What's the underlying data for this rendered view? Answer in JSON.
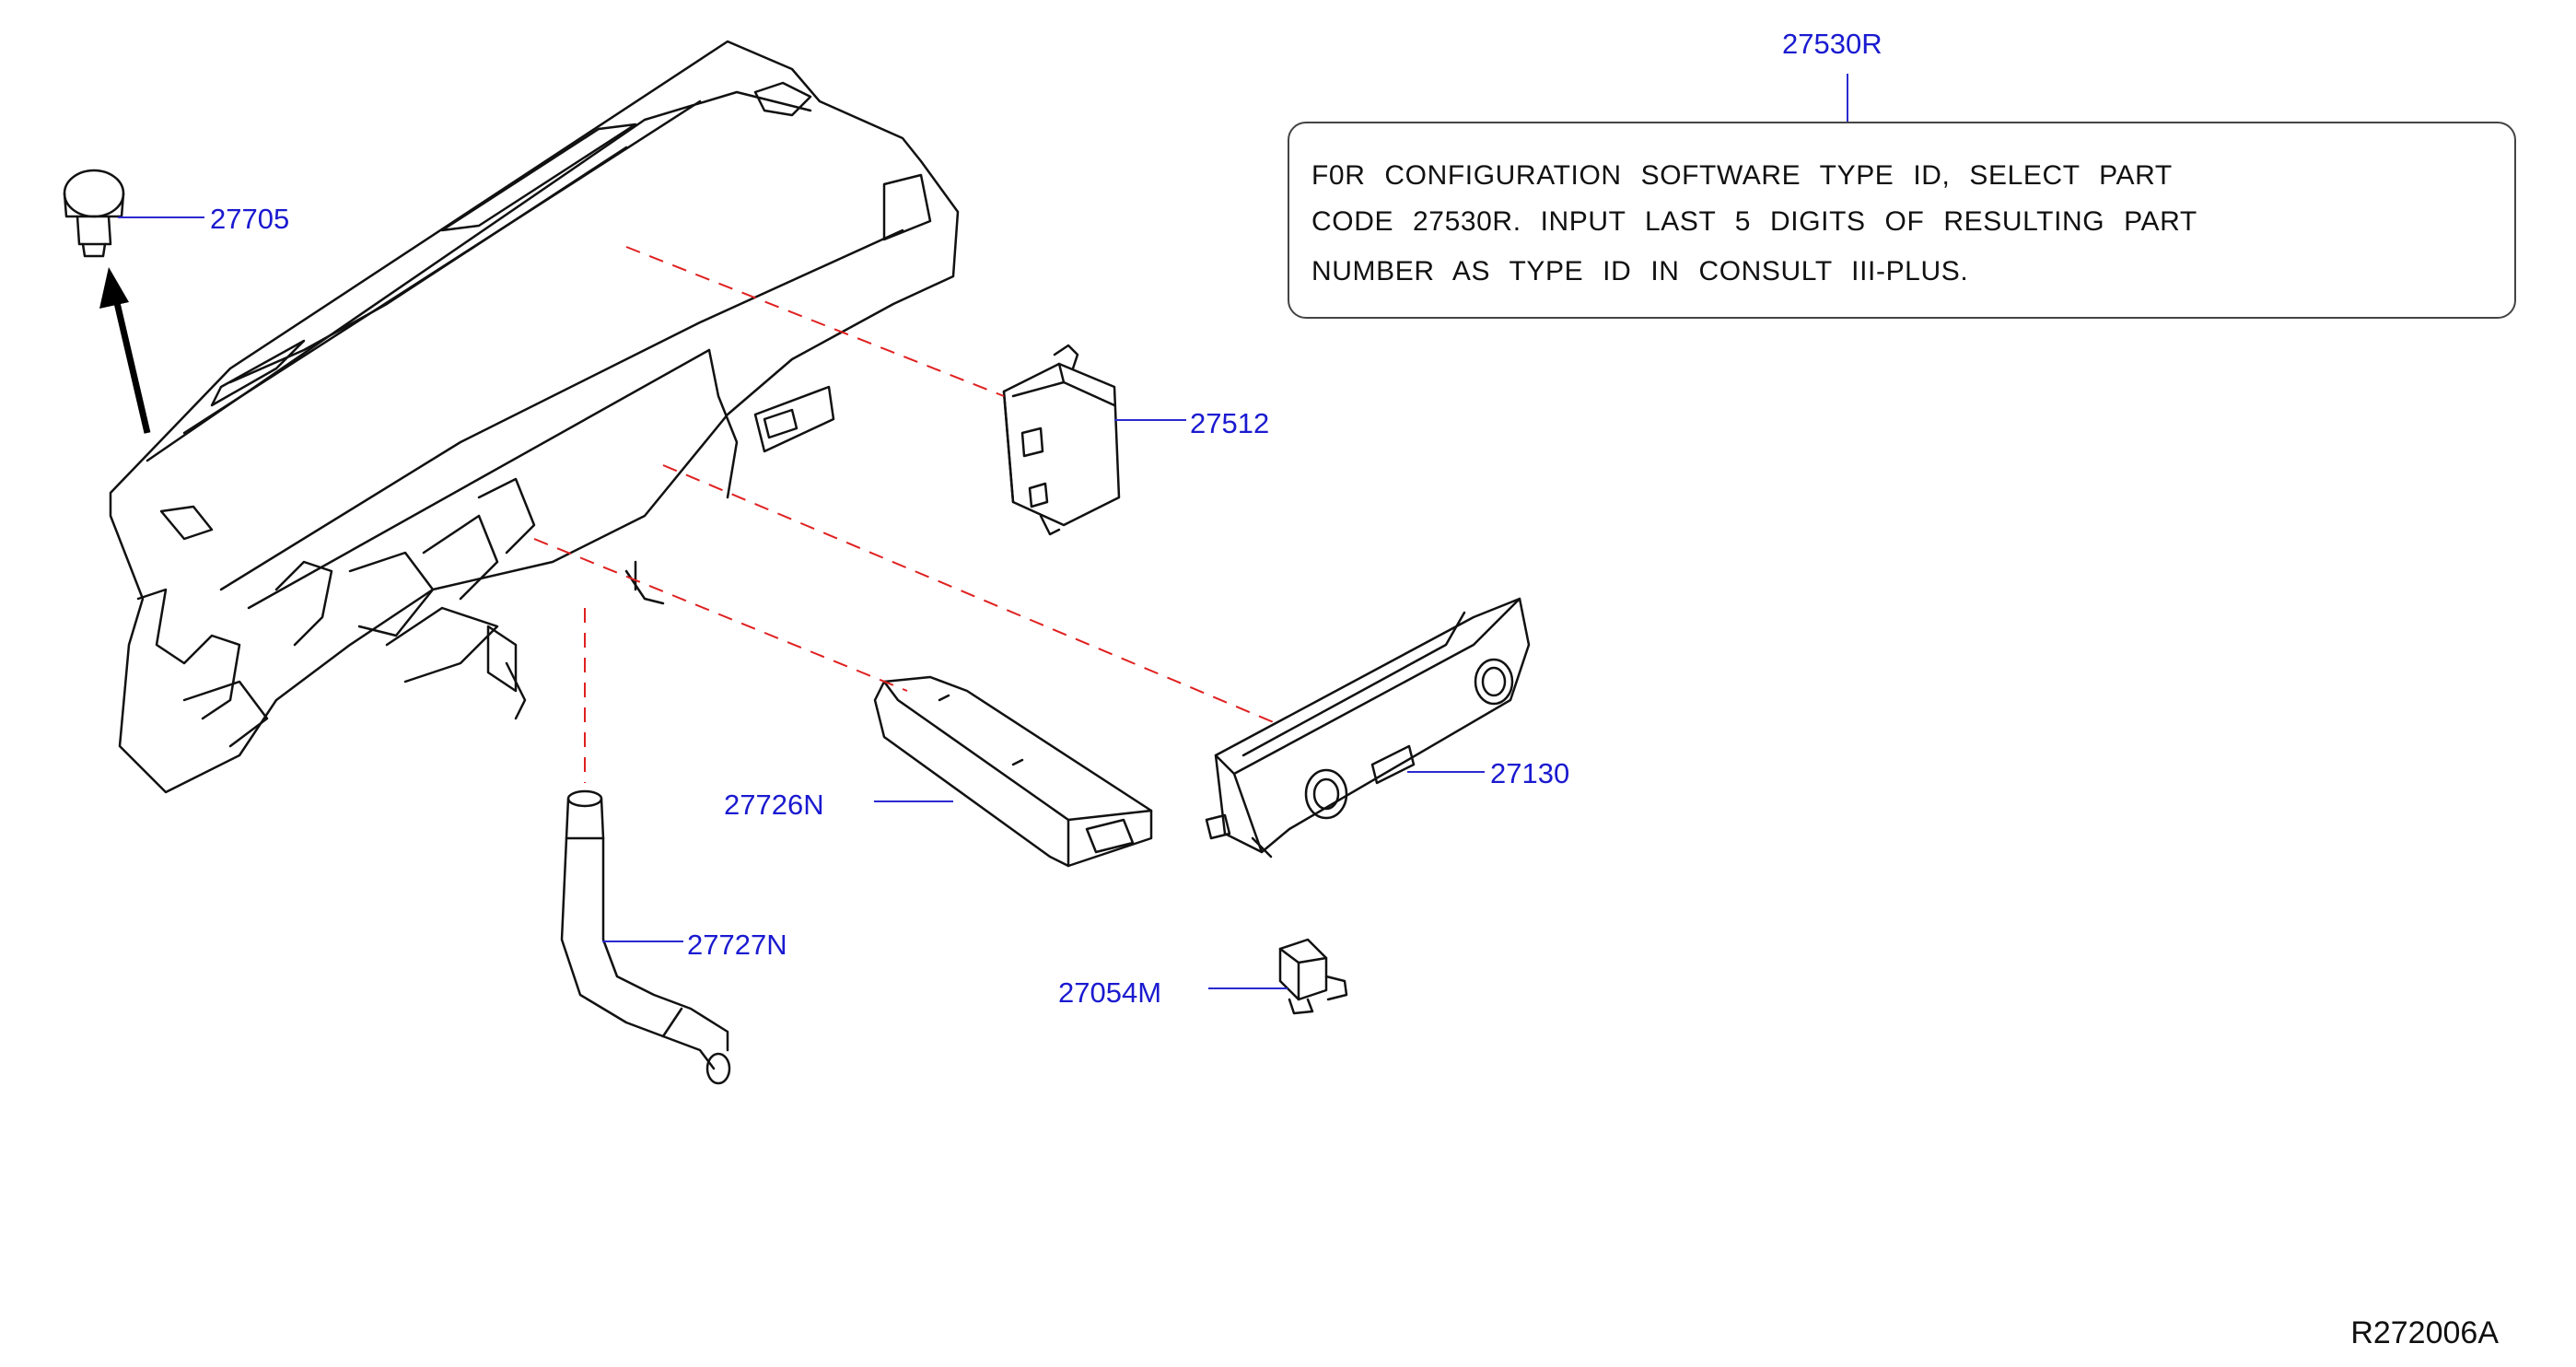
{
  "diagram": {
    "callouts": {
      "p27530R": "27530R",
      "p27705": "27705",
      "p27512": "27512",
      "p27726N": "27726N",
      "p27130": "27130",
      "p27727N": "27727N",
      "p27054M": "27054M"
    },
    "note": {
      "line1": "F0R CONFIGURATION SOFTWARE TYPE ID, SELECT PART",
      "line2": "CODE 27530R. INPUT LAST 5 DIGITS OF RESULTING PART",
      "line3": "NUMBER AS TYPE ID IN CONSULT III-PLUS."
    },
    "diagram_code": "R272006A"
  },
  "colors": {
    "callout_text": "#1a1ad0",
    "leader_line": "#2a2ad0",
    "dashed_line": "#e02020",
    "line_art": "#111111"
  }
}
